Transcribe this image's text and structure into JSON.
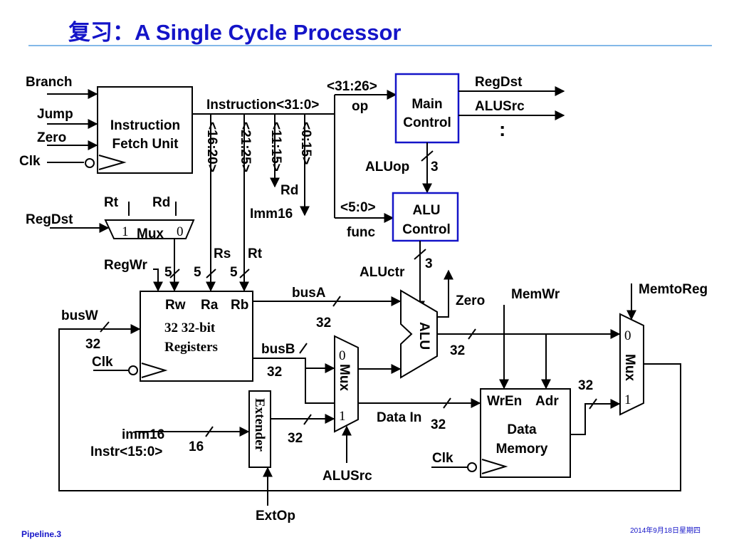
{
  "slide": {
    "title": "复习：A Single Cycle Processor",
    "footer_left": "Pipeline.3",
    "footer_right": "2014年9月18日星期四"
  },
  "diagram": {
    "ifu": {
      "line1": "Instruction",
      "line2": "Fetch Unit"
    },
    "ifu_inputs": {
      "branch": "Branch",
      "jump": "Jump",
      "zero": "Zero",
      "clk": "Clk"
    },
    "instruction_label": "Instruction<31:0>",
    "fields": {
      "f1": "<16:20>",
      "f2": "<21:25>",
      "f3": "<11:15>",
      "f4": "<0:15>"
    },
    "field_names": {
      "rd": "Rd",
      "imm16": "Imm16",
      "rs": "Rs",
      "rt": "Rt"
    },
    "op_field": {
      "bits": "<31:26>",
      "name": "op"
    },
    "func_field": {
      "bits": "<5:0>",
      "name": "func"
    },
    "main_control": {
      "line1": "Main",
      "line2": "Control"
    },
    "control_outputs": {
      "regdst": "RegDst",
      "alusrc": "ALUSrc",
      "more": ":"
    },
    "aluop": {
      "label": "ALUop",
      "width": "3"
    },
    "alu_control": {
      "line1": "ALU",
      "line2": "Control"
    },
    "aluctr": {
      "label": "ALUctr",
      "width": "3"
    },
    "regdst_mux": {
      "label": "Mux",
      "in1": "1",
      "in0": "0",
      "rt": "Rt",
      "rd": "Rd",
      "ctrl": "RegDst"
    },
    "regfile": {
      "regwr": "RegWr",
      "rw": "Rw",
      "ra": "Ra",
      "rb": "Rb",
      "line1": "32 32-bit",
      "line2": "Registers",
      "width_rw": "5",
      "width_ra": "5",
      "width_rb": "5",
      "busw": "busW",
      "busw_width": "32",
      "clk": "Clk"
    },
    "busA": {
      "label": "busA",
      "width": "32"
    },
    "busB": {
      "label": "busB",
      "width": "32"
    },
    "alu": {
      "label": "ALU",
      "zero": "Zero",
      "out_width": "32"
    },
    "alusrc_mux": {
      "label": "Mux",
      "in0": "0",
      "in1": "1",
      "ctrl": "ALUSrc"
    },
    "extender": {
      "label": "Extender",
      "out_width": "32",
      "in_width": "16",
      "ctrl": "ExtOp",
      "imm16": "imm16",
      "instr": "Instr<15:0>"
    },
    "data_memory": {
      "wren": "WrEn",
      "adr": "Adr",
      "line1": "Data",
      "line2": "Memory",
      "datain": "Data In",
      "datain_width": "32",
      "clk": "Clk",
      "memwr": "MemWr"
    },
    "memtoreg_mux": {
      "label": "Mux",
      "in0": "0",
      "in1": "1",
      "ctrl": "MemtoReg",
      "width": "32"
    }
  }
}
